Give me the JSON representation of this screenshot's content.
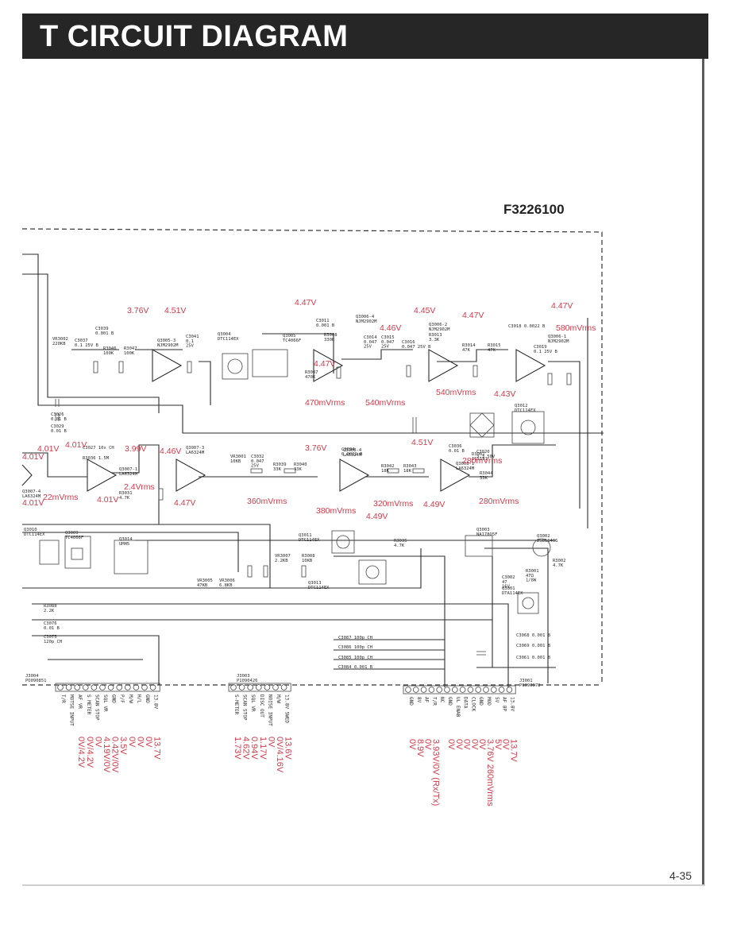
{
  "header": {
    "title": "T CIRCUIT DIAGRAM",
    "part_number": "F3226100"
  },
  "footer": {
    "page": "4-35"
  },
  "colors": {
    "title_bar": "#262626",
    "voltage_annotation": "#d43a4a",
    "wire": "#2b2b2b"
  },
  "opamps": [
    {
      "id": "q3005-3",
      "label": "Q3005-3\nNJM2902M"
    },
    {
      "id": "q3006-4",
      "label": "Q3006-4\nNJM2902M"
    },
    {
      "id": "q3006-2",
      "label": "Q3006-2\nNJM2902M"
    },
    {
      "id": "q3006-1",
      "label": "Q3006-1\nNJM2902M"
    },
    {
      "id": "q3007-1",
      "label": "Q3007-1\nLA6324M"
    },
    {
      "id": "q3007-3",
      "label": "Q3007-3\nLA6324M"
    },
    {
      "id": "q3008-4",
      "label": "Q3008-4\nLA6324M"
    },
    {
      "id": "q3008-1",
      "label": "Q3008-1\nLA6324M"
    },
    {
      "id": "q3007-4",
      "label": "Q3007-4\nLA6324M"
    }
  ],
  "component_labels": [
    "VR3002\n220KB",
    "C3037\n0.1 25V B",
    "C3039\n0.001 B",
    "R3046\n100K",
    "R3047\n100K",
    "C3041\n0.1\n25V",
    "Q3004\nDTC114EX",
    "Q3005\nTC4066F",
    "R3007\n470K",
    "C3011\n0.001 B",
    "R3008\n330K",
    "C3014\n0.047\n25V",
    "C3015\n0.047\n25V",
    "C3016\n0.047 25V B",
    "R3013\n3.3K",
    "R3014\n47K",
    "R3015\n47K",
    "C3018 0.0022 B",
    "C3019\n0.1 25V B",
    "C3026\n0.01 B",
    "C3029\n0.01 B",
    "Q3012\nDTC114EX",
    "D3001\n1SS181",
    "C3027 10x CH",
    "R3036 1.5M",
    "R3031\n4.7K",
    "VR3001\n10KB",
    "C3032\n0.047\n25V",
    "R3039\n33K",
    "R3040\n33K",
    "C3034\n0.0022 B",
    "R3042\n18K",
    "R3043\n18K",
    "C3036\n0.01 B",
    "C3020\n3.3 50V",
    "R3044\n33K",
    "Q3010\nDTC114EX",
    "Q3009\nTC4066F",
    "Q3014\nUMH5",
    "VR3007\n2.2KB",
    "R3008\n10KB",
    "Q3011\nDTC114EX",
    "R3035\n4.7K",
    "Q3003\nNA178O5F",
    "Q3002\n2SB1146S",
    "R3002\n4.7K",
    "R3001\n47Ω\n1/8W",
    "C3002\n47\n16V",
    "Q3001\nDTA114EX",
    "C3068 0.001 B",
    "C3069 0.001 B",
    "C3061 0.001 B",
    "Q3013\nDTC114EX",
    "VR3005\n47KB",
    "VR3006\n6.8KB",
    "R3088\n2.2K",
    "C3076\n0.01 B",
    "C3075\n120p CH",
    "C3087 100p CH",
    "C3086 100p CH",
    "C3085 100p CH",
    "C3084 0.001 B"
  ],
  "voltages_red": [
    "3.76V",
    "4.51V",
    "4.47V",
    "4.46V",
    "4.45V",
    "4.47V",
    "4.47V",
    "580mVrms",
    "4.47V",
    "470mVrms",
    "540mVrms",
    "540mVrms",
    "4.43V",
    "4.01V",
    "4.01V",
    "3.99V",
    "4.46V",
    "2.4Vrms",
    "4.01V",
    "22mVrms",
    "4.01V",
    "4.01V",
    "4.47V",
    "360mVrms",
    "3.76V",
    "320mVrms",
    "380mVrms",
    "4.49V",
    "4.51V",
    "280mVrms",
    "280mVrms",
    "4.49V"
  ],
  "connectors": [
    {
      "id": "J3004",
      "ref": "J3004\nPO090851",
      "pins": [
        "T/R",
        "MOTSE INPUT",
        "AF VR",
        "S METER",
        "SCAN STOP",
        "SQL VR",
        "GND",
        "P/F",
        "M/W",
        "H/L",
        "GND",
        "13.8V"
      ],
      "values": [
        "",
        "",
        "0V/4.2V",
        "0V/4.2V",
        "0V",
        "4.19V/0V",
        "0.42V/0V",
        "3.5V",
        "0V",
        "0V",
        "0V",
        "13.7V"
      ]
    },
    {
      "id": "J3003",
      "ref": "J3003\nP1090426",
      "pins": [
        "S-METER",
        "SCAN STOP",
        "SQL VR",
        "DISC OUT",
        "NOISE INPUT",
        "M/W",
        "13.8V SWED"
      ],
      "values": [
        "1.73V",
        "4.62V",
        "0.94V",
        "1.17V",
        "0V",
        "0V/4.16V",
        "13.6V"
      ]
    },
    {
      "id": "J3001",
      "ref": "J3001\nP1090678",
      "pins": [
        "GND",
        "8V",
        "AF",
        "T/R",
        "NC",
        "GND",
        "UL ENAB",
        "DATA",
        "CLOCK",
        "GND",
        "MOD",
        "5V",
        "AF 8P",
        "13.8V"
      ],
      "values": [
        "0V",
        "8.9V",
        "0V",
        "3.93V/0V (Rx/Tx)",
        "",
        "0V",
        "0V",
        "0V",
        "0V",
        "0V",
        "3.76V 260mVrms",
        "5V",
        "0V",
        "13.7V"
      ]
    }
  ]
}
